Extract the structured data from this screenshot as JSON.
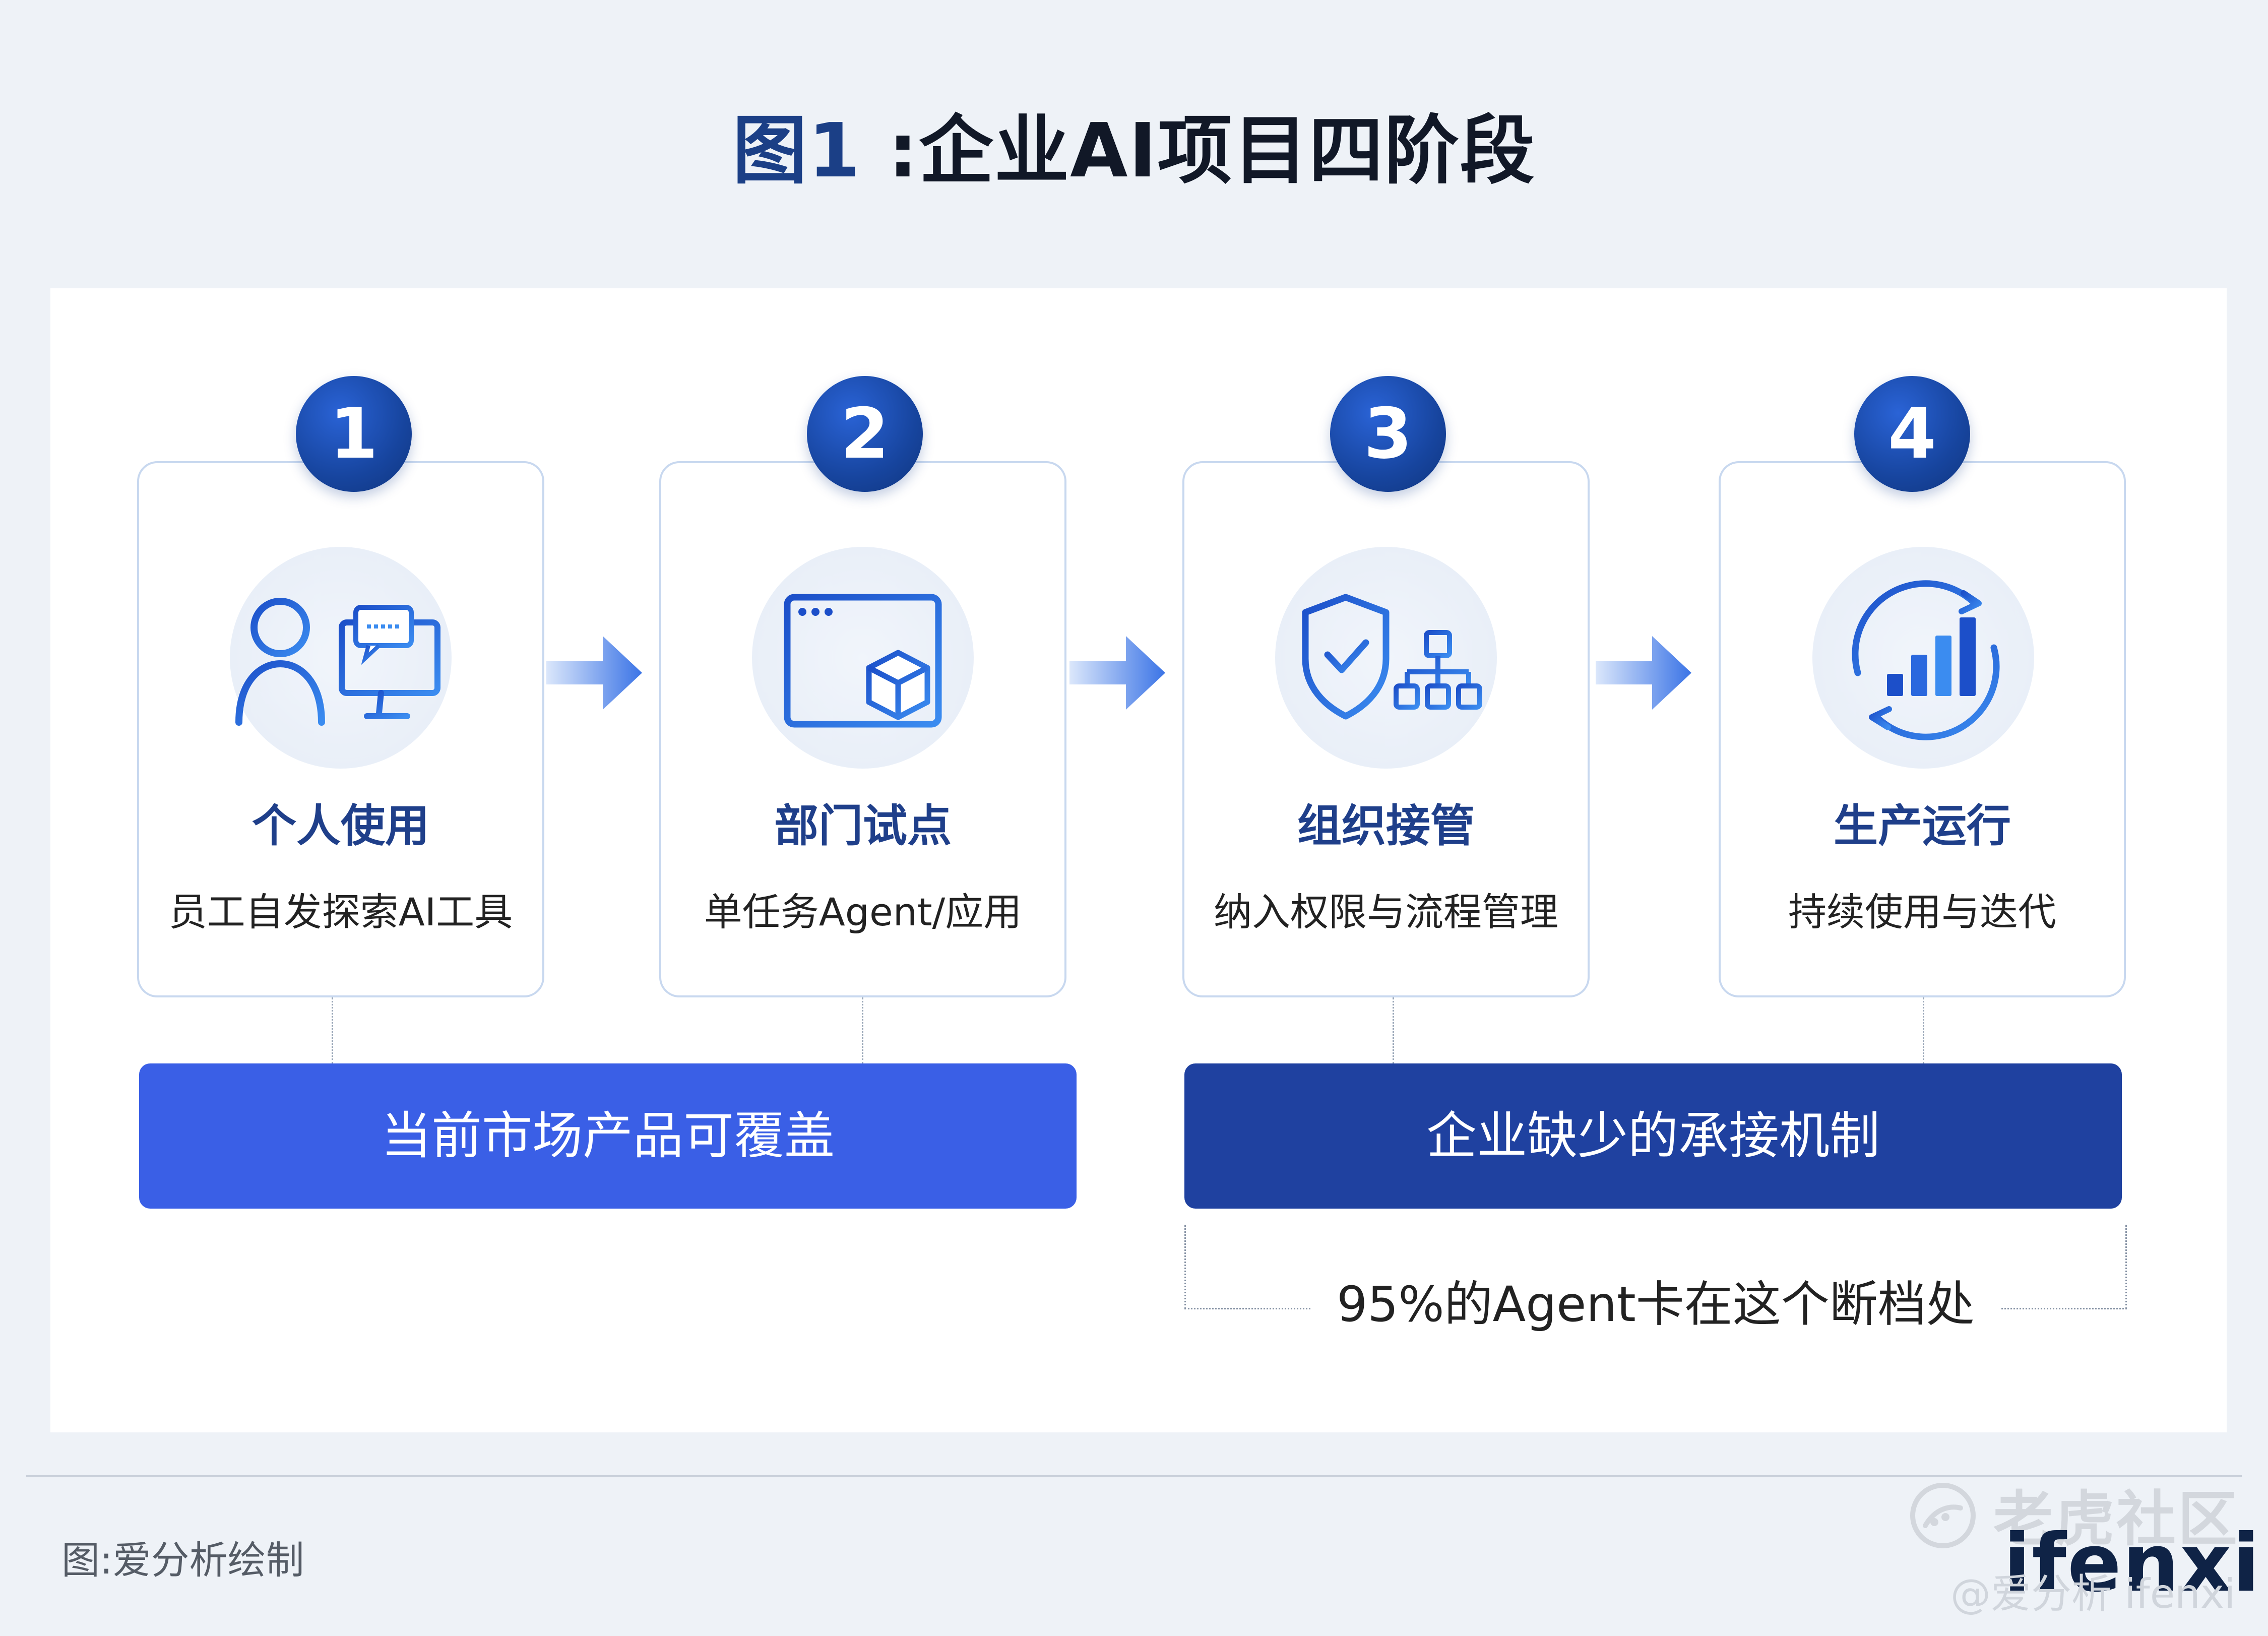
{
  "title": {
    "prefix": "图1",
    "main": " :企业AI项目四阶段"
  },
  "stages": [
    {
      "num": "1",
      "title": "个人使用",
      "desc": "员工自发探索AI工具",
      "icon": "person-monitor-icon"
    },
    {
      "num": "2",
      "title": "部门试点",
      "desc": "单任务Agent/应用",
      "icon": "browser-cube-icon"
    },
    {
      "num": "3",
      "title": "组织接管",
      "desc": "纳入权限与流程管理",
      "icon": "shield-org-chart-icon"
    },
    {
      "num": "4",
      "title": "生产运行",
      "desc": "持续使用与迭代",
      "icon": "cycle-bar-chart-icon"
    }
  ],
  "bars": {
    "left": "当前市场产品可覆盖",
    "right": "企业缺少的承接机制"
  },
  "note": "95%的Agent卡在这个断档处",
  "footer": {
    "source": "图:爱分析绘制",
    "watermark_cn": "老虎社区",
    "watermark_brand": "ifenxi",
    "watermark_credit": "@爱分析 ifenxi"
  },
  "colors": {
    "accent_dark": "#1f41a0",
    "accent_bright": "#3a5fe6",
    "badge": "#17459f",
    "card_title": "#1f3f8a"
  }
}
